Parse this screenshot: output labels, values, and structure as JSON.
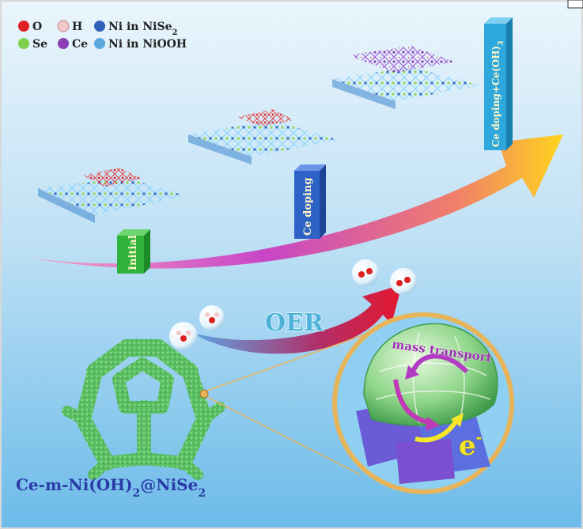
{
  "legend": {
    "row1": [
      {
        "symbol": "O",
        "color": "#e02020"
      },
      {
        "symbol": "H",
        "color": "#f3c7c7"
      },
      {
        "symbol": "Ni in NiSe",
        "sub": "2",
        "color": "#2f5fb8"
      }
    ],
    "row2": [
      {
        "symbol": "Se",
        "color": "#7ed04a"
      },
      {
        "symbol": "Ce",
        "color": "#8a3fb6"
      },
      {
        "symbol": "Ni in NiOOH",
        "color": "#5aa8de"
      }
    ]
  },
  "stages": [
    {
      "label": "Initial",
      "color": "#2fb33a"
    },
    {
      "label": "Ce doping",
      "color": "#2d63c6"
    },
    {
      "label": "Ce doping+Ce(OH)",
      "sub": "3",
      "color": "#2ea8dc"
    }
  ],
  "oer_label": "OER",
  "mass_transport_label": "mass transport",
  "electron_label": "e",
  "electron_sup": "-",
  "material_label": {
    "text": "Ce-m-Ni(OH)",
    "sub1": "2",
    "mid": "@NiSe",
    "sub2": "2"
  },
  "colors": {
    "background_top": "#dff0fb",
    "background_bottom": "#7fc6ee",
    "arrow_start": "#f07fae",
    "arrow_mid": "#c94fc3",
    "arrow_end": "#ffd21a",
    "oer_arrow": "#d81f3a",
    "material_green": "#5dc26a",
    "circle_border": "#e8b45a"
  }
}
